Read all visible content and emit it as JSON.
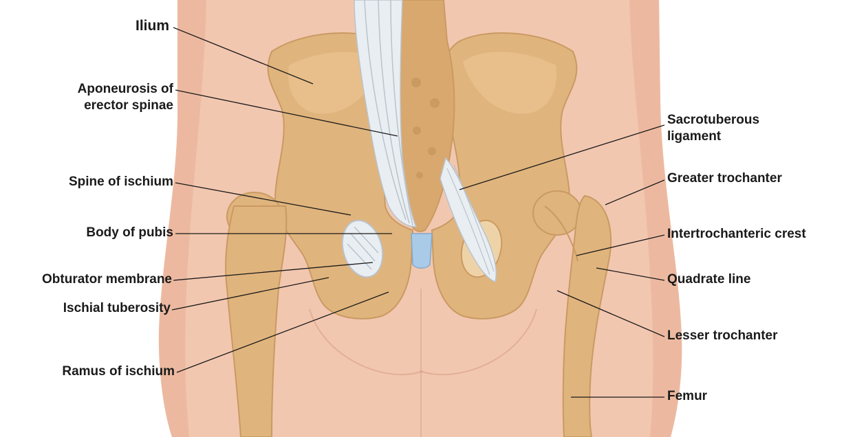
{
  "labels": {
    "ilium": "Ilium",
    "aponeurosis_line1": "Aponeurosis of",
    "aponeurosis_line2": "erector spinae",
    "spine_of_ischium": "Spine of ischium",
    "body_of_pubis": "Body of pubis",
    "obturator_membrane": "Obturator membrane",
    "ischial_tuberosity": "Ischial tuberosity",
    "ramus_of_ischium": "Ramus of ischium",
    "sacrotuberous_line1": "Sacrotuberous",
    "sacrotuberous_line2": "ligament",
    "greater_trochanter": "Greater trochanter",
    "intertrochanteric_crest": "Intertrochanteric crest",
    "quadrate_line": "Quadrate line",
    "lesser_trochanter": "Lesser trochanter",
    "femur": "Femur"
  },
  "colors": {
    "skin": "#f2c7b0",
    "skin_shadow": "#e6ab92",
    "bone": "#e0b47d",
    "bone_dark": "#c99a62",
    "ligament": "#e9eef2",
    "ligament_line": "#b9c3cc",
    "cartilage": "#a9cbe8",
    "leader": "#1a1a1a"
  }
}
